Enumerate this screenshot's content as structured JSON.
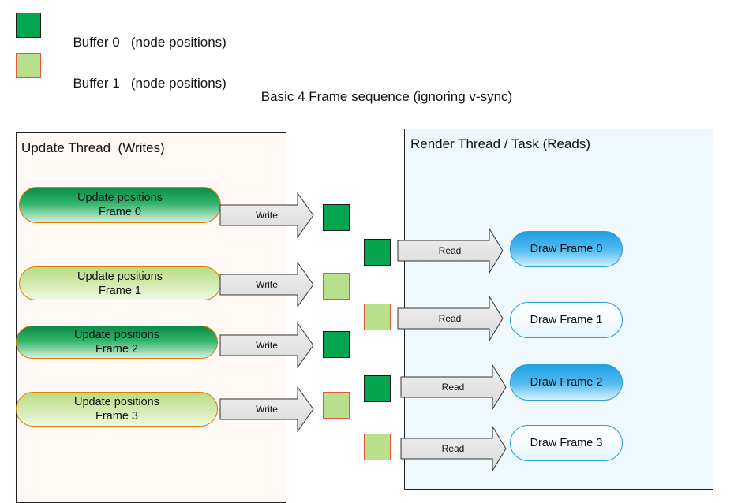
{
  "legend": [
    {
      "label": "Buffer 0",
      "desc": "(node positions)",
      "color": "#03a64f",
      "border": "#1a1a1a"
    },
    {
      "label": "Buffer 1",
      "desc": "(node positions)",
      "color": "#b8e08c",
      "border": "#e05a3a"
    }
  ],
  "title": "Basic 4 Frame sequence (ignoring v-sync)",
  "update_panel": {
    "label": "Update Thread  (Writes)",
    "steps": [
      {
        "line1": "Update positions",
        "line2": "Frame 0",
        "buffer": 0,
        "arrow": "Write"
      },
      {
        "line1": "Update positions",
        "line2": "Frame 1",
        "buffer": 1,
        "arrow": "Write"
      },
      {
        "line1": "Update positions",
        "line2": "Frame 2",
        "buffer": 0,
        "arrow": "Write"
      },
      {
        "line1": "Update positions",
        "line2": "Frame 3",
        "buffer": 1,
        "arrow": "Write"
      }
    ]
  },
  "render_panel": {
    "label": "Render Thread / Task (Reads)",
    "steps": [
      {
        "label": "Draw Frame 0",
        "buffer": 0,
        "arrow": "Read"
      },
      {
        "label": "Draw Frame 1",
        "buffer": 1,
        "arrow": "Read"
      },
      {
        "label": "Draw Frame 2",
        "buffer": 0,
        "arrow": "Read"
      },
      {
        "label": "Draw Frame 3",
        "buffer": 1,
        "arrow": "Read"
      }
    ]
  }
}
